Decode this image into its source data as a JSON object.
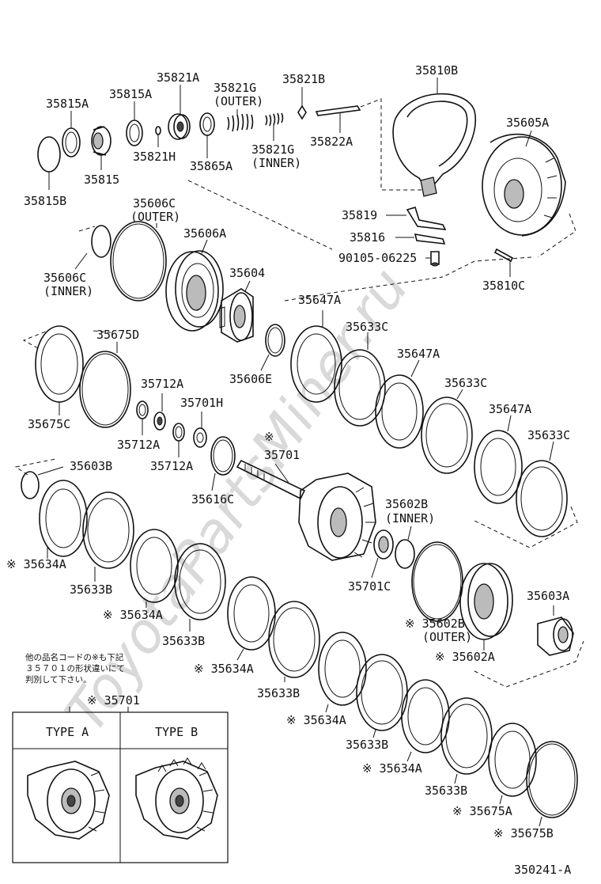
{
  "watermark": "ToyotaPartsMiner.ru",
  "footer_code": "350241-A",
  "type_box": {
    "header_ref": "※ 35701",
    "type_a": "TYPE A",
    "type_b": "TYPE B"
  },
  "note_lines": [
    "他の品名コードの※も下記",
    "３５７０１の形状違いにて",
    "判別して下さい。"
  ],
  "labels": [
    {
      "id": "l35815B",
      "text": "35815B"
    },
    {
      "id": "l35815A_1",
      "text": "35815A"
    },
    {
      "id": "l35815A_2",
      "text": "35815A"
    },
    {
      "id": "l35815",
      "text": "35815"
    },
    {
      "id": "l35821A",
      "text": "35821A"
    },
    {
      "id": "l35821H",
      "text": "35821H"
    },
    {
      "id": "l35865A",
      "text": "35865A"
    },
    {
      "id": "l35821G_o",
      "text": "35821G"
    },
    {
      "id": "l35821G_o2",
      "text": "(OUTER)"
    },
    {
      "id": "l35821G_i",
      "text": "35821G"
    },
    {
      "id": "l35821G_i2",
      "text": "(INNER)"
    },
    {
      "id": "l35821B",
      "text": "35821B"
    },
    {
      "id": "l35822A",
      "text": "35822A"
    },
    {
      "id": "l35810B",
      "text": "35810B"
    },
    {
      "id": "l35605A",
      "text": "35605A"
    },
    {
      "id": "l35819",
      "text": "35819"
    },
    {
      "id": "l35816",
      "text": "35816"
    },
    {
      "id": "l90105",
      "text": "90105-06225"
    },
    {
      "id": "l35810C",
      "text": "35810C"
    },
    {
      "id": "l35606C_o",
      "text": "35606C"
    },
    {
      "id": "l35606C_o2",
      "text": "(OUTER)"
    },
    {
      "id": "l35606C_i",
      "text": "35606C"
    },
    {
      "id": "l35606C_i2",
      "text": "(INNER)"
    },
    {
      "id": "l35606A",
      "text": "35606A"
    },
    {
      "id": "l35604",
      "text": "35604"
    },
    {
      "id": "l35606E",
      "text": "35606E"
    },
    {
      "id": "l35647A_1",
      "text": "35647A"
    },
    {
      "id": "l35633C_1",
      "text": "35633C"
    },
    {
      "id": "l35647A_2",
      "text": "35647A"
    },
    {
      "id": "l35633C_2",
      "text": "35633C"
    },
    {
      "id": "l35647A_3",
      "text": "35647A"
    },
    {
      "id": "l35633C_3",
      "text": "35633C"
    },
    {
      "id": "l35675D",
      "text": "35675D"
    },
    {
      "id": "l35675C",
      "text": "35675C"
    },
    {
      "id": "l35712A_1",
      "text": "35712A"
    },
    {
      "id": "l35712A_2",
      "text": "35712A"
    },
    {
      "id": "l35712A_3",
      "text": "35712A"
    },
    {
      "id": "l35701H",
      "text": "35701H"
    },
    {
      "id": "l35701_mark",
      "text": "※"
    },
    {
      "id": "l35701",
      "text": "35701"
    },
    {
      "id": "l35616C",
      "text": "35616C"
    },
    {
      "id": "l35603B",
      "text": "35603B"
    },
    {
      "id": "l35634A_1",
      "text": "※ 35634A"
    },
    {
      "id": "l35633B_1",
      "text": "35633B"
    },
    {
      "id": "l35634A_2",
      "text": "※ 35634A"
    },
    {
      "id": "l35633B_2",
      "text": "35633B"
    },
    {
      "id": "l35634A_3",
      "text": "※ 35634A"
    },
    {
      "id": "l35633B_3",
      "text": "35633B"
    },
    {
      "id": "l35634A_4",
      "text": "※ 35634A"
    },
    {
      "id": "l35633B_4",
      "text": "35633B"
    },
    {
      "id": "l35634A_5",
      "text": "※ 35634A"
    },
    {
      "id": "l35633B_5",
      "text": "35633B"
    },
    {
      "id": "l35602B_i",
      "text": "35602B"
    },
    {
      "id": "l35602B_i2",
      "text": "(INNER)"
    },
    {
      "id": "l35701C",
      "text": "35701C"
    },
    {
      "id": "l35602B_o",
      "text": "※ 35602B"
    },
    {
      "id": "l35602B_o2",
      "text": "(OUTER)"
    },
    {
      "id": "l35602A",
      "text": "※ 35602A"
    },
    {
      "id": "l35603A",
      "text": "35603A"
    },
    {
      "id": "l35675A",
      "text": "※ 35675A"
    },
    {
      "id": "l35675B",
      "text": "※ 35675B"
    }
  ]
}
